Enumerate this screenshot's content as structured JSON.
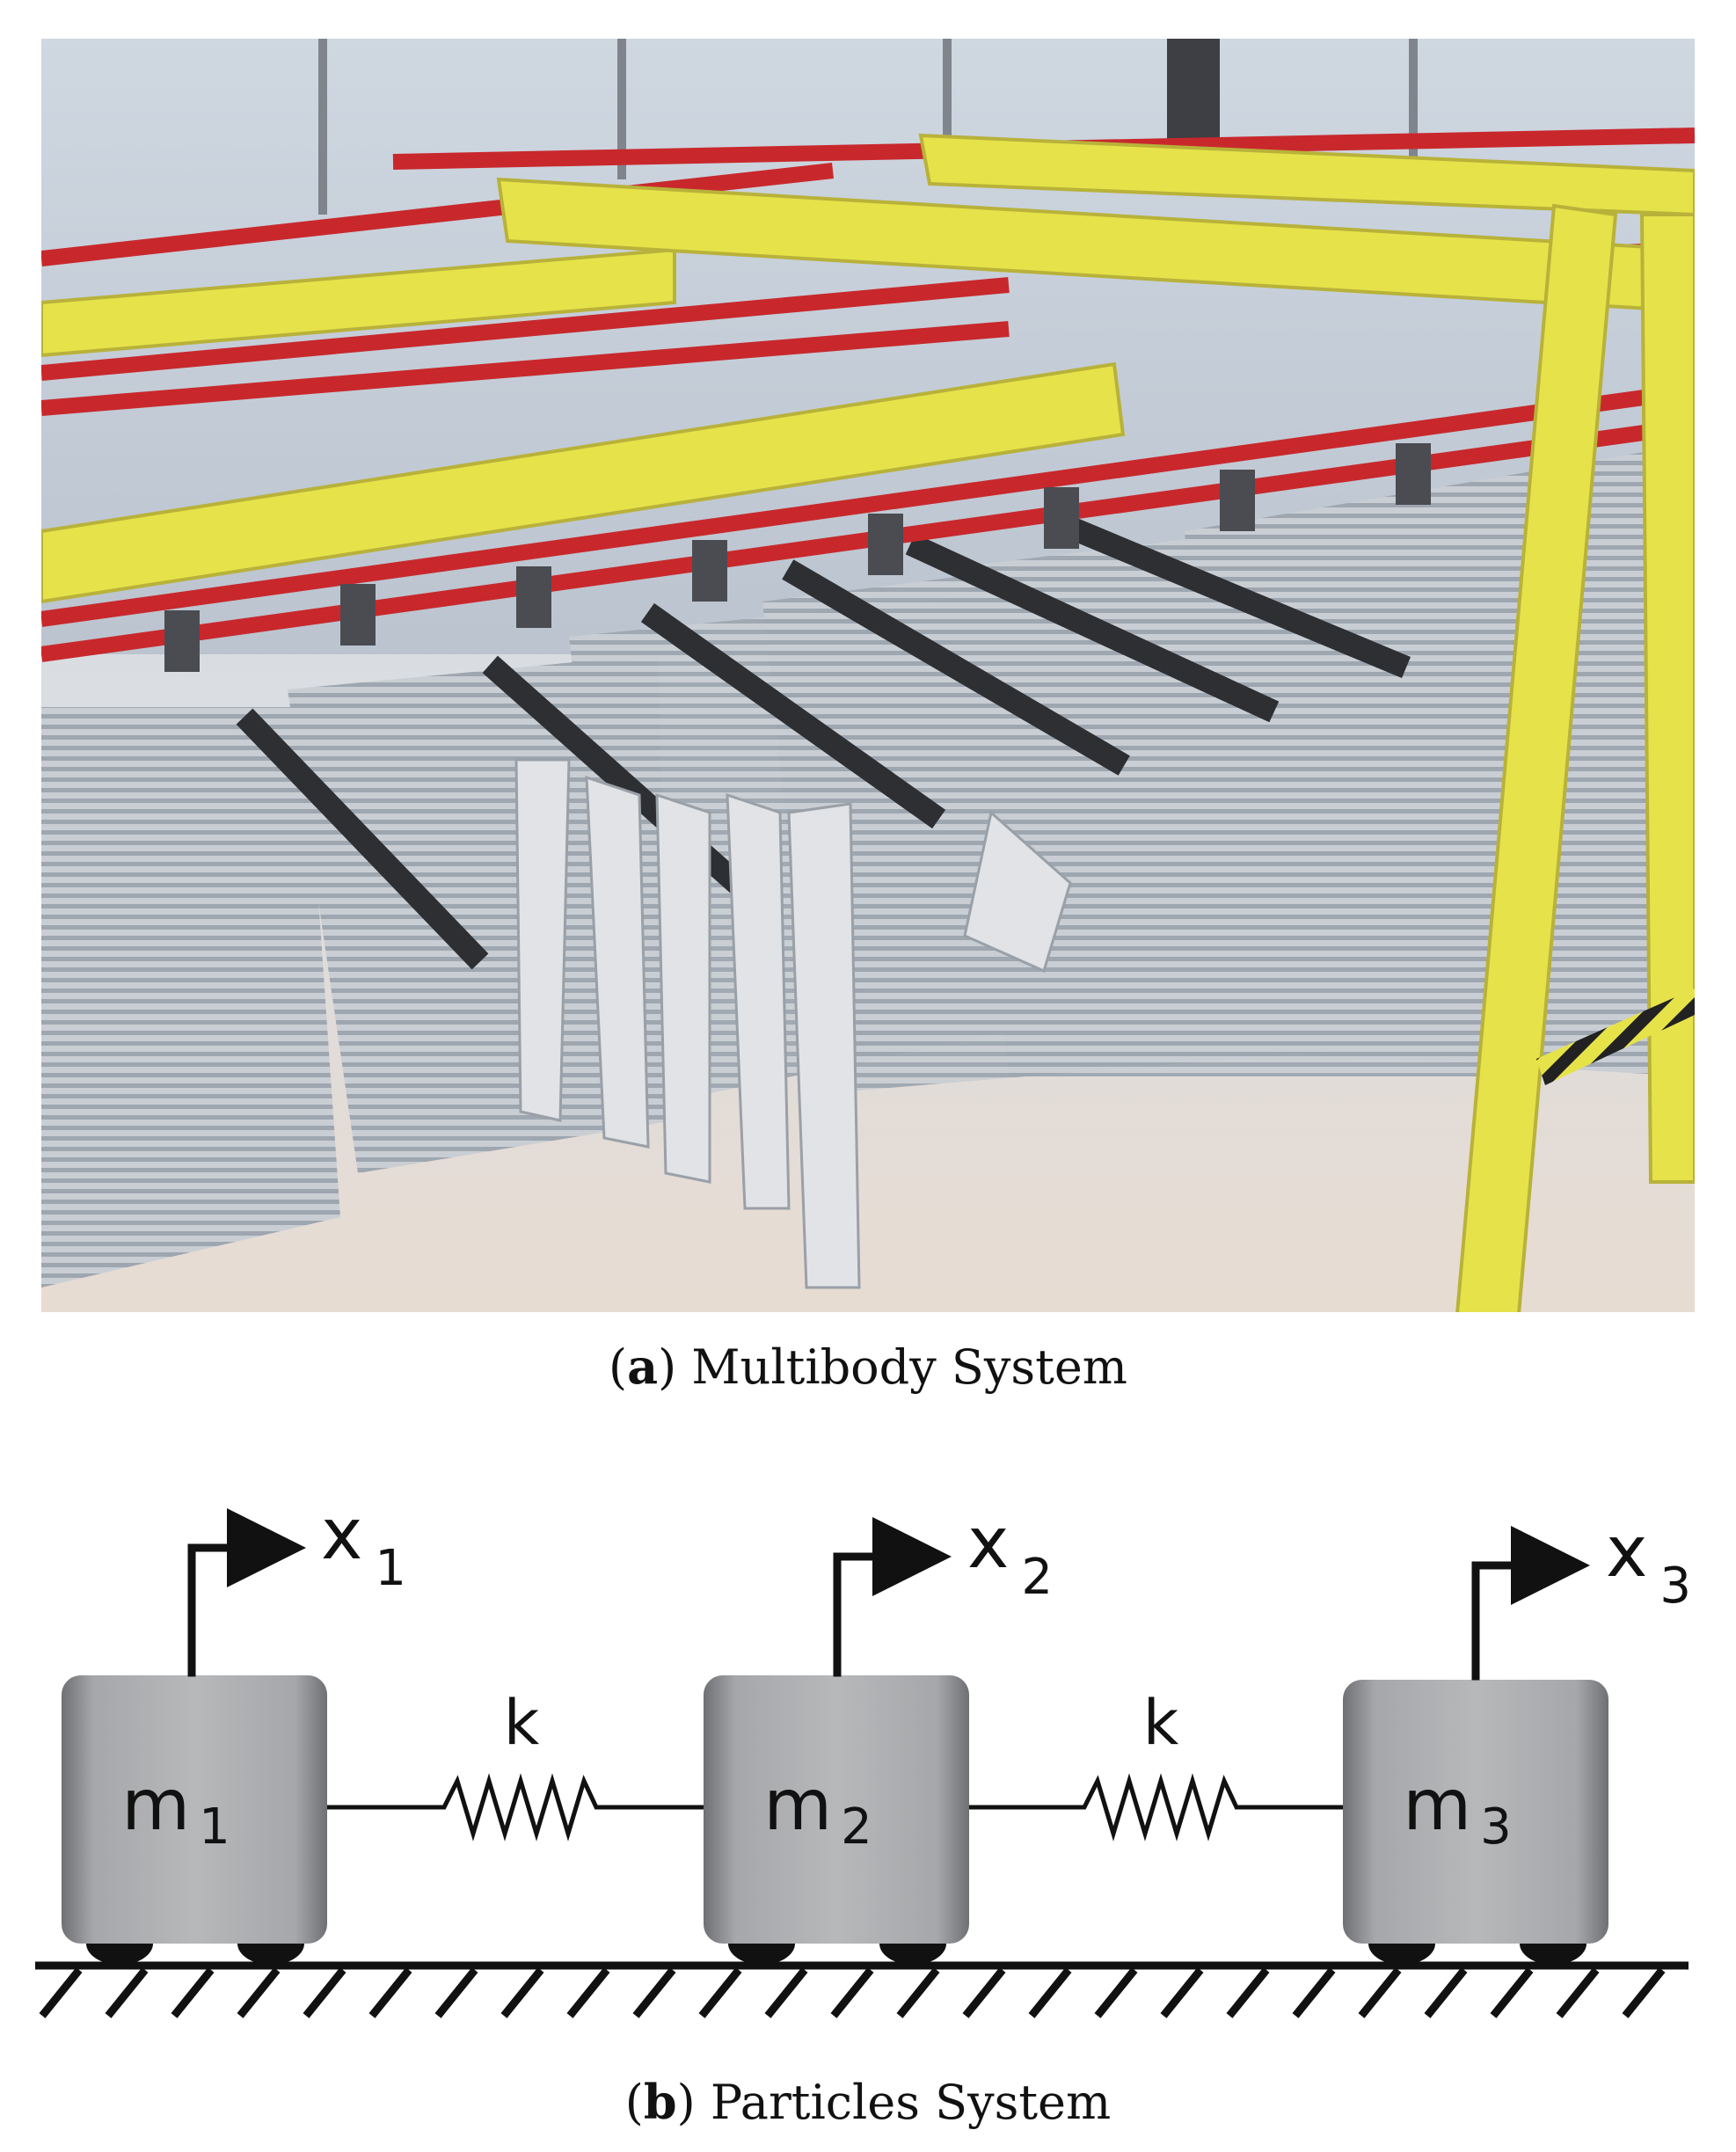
{
  "panel_a": {
    "photo": "industrial overhead conveyor with hanging metal parts",
    "caption": {
      "letter": "a",
      "text": "Multibody System"
    }
  },
  "panel_b": {
    "masses": [
      {
        "name": "m",
        "index": "1"
      },
      {
        "name": "m",
        "index": "2"
      },
      {
        "name": "m",
        "index": "3"
      }
    ],
    "displacements": [
      {
        "name": "x",
        "index": "1"
      },
      {
        "name": "x",
        "index": "2"
      },
      {
        "name": "x",
        "index": "3"
      }
    ],
    "springs": [
      {
        "label": "k"
      },
      {
        "label": "k"
      }
    ],
    "caption": {
      "letter": "b",
      "text": "Particles System"
    }
  },
  "colors": {
    "frame_yellow": "#e6e24a",
    "rail_red": "#c8282c",
    "panel_grey": "#b9bfc6",
    "mass_grey": "#a9a9a9",
    "line": "#111111"
  }
}
